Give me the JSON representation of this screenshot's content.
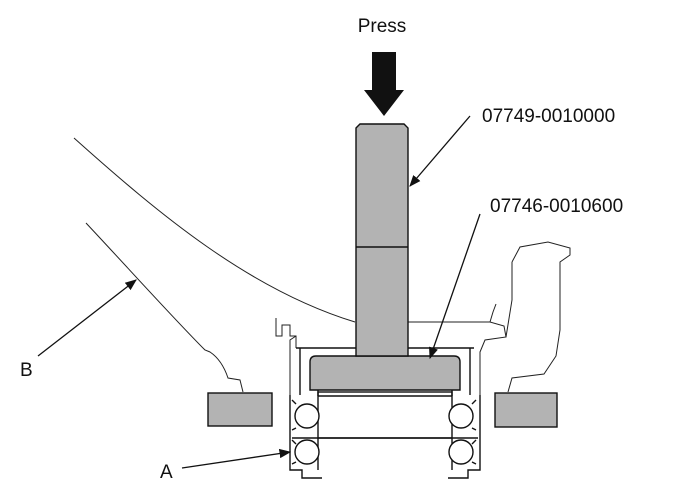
{
  "labels": {
    "press": "Press",
    "tool_upper": "07749-0010000",
    "tool_lower": "07746-0010600",
    "label_a": "A",
    "label_b": "B"
  }
}
